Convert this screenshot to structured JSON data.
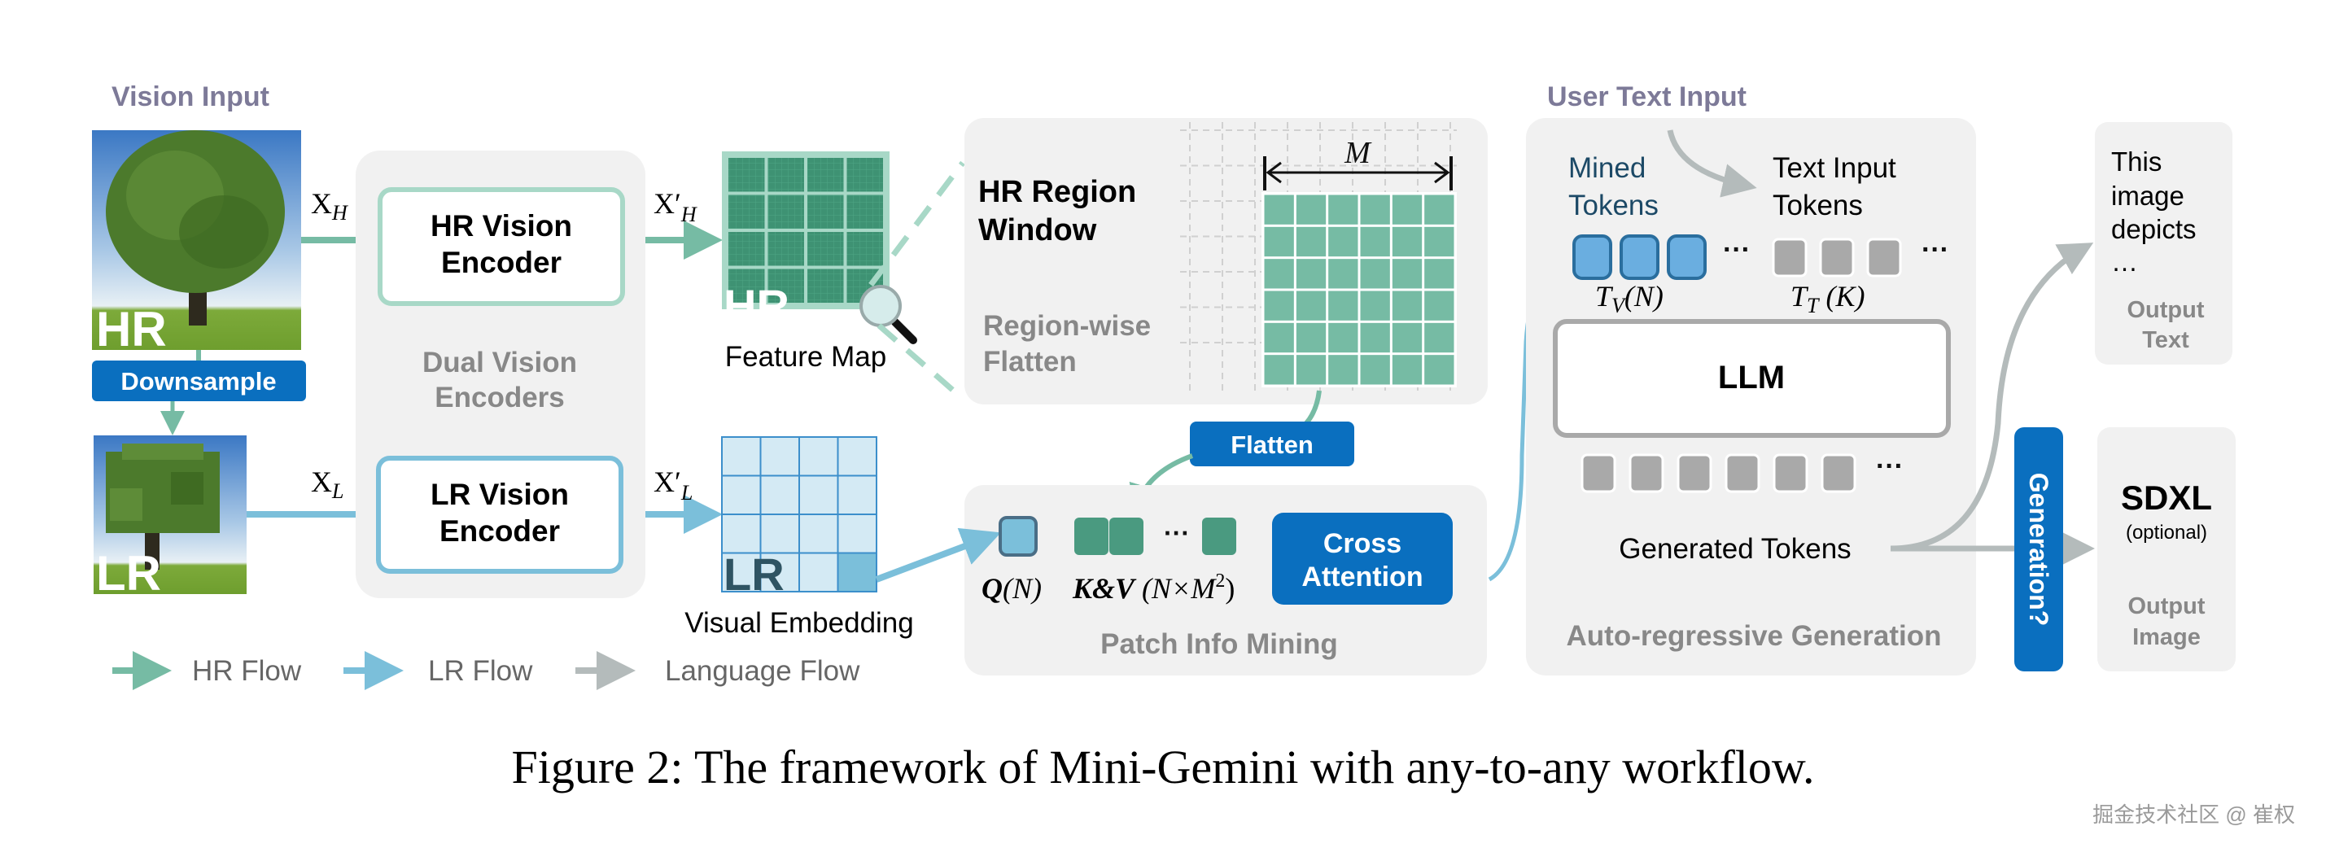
{
  "colors": {
    "hr_teal": "#76BBA4",
    "hr_teal_dark": "#4A9A80",
    "lr_blue": "#7BBFDA",
    "lr_blue_light": "#D4EAF4",
    "lr_blue_line": "#3C8FCB",
    "brand_blue": "#0A6FBF",
    "panel_gray": "#F1F1F1",
    "lang_gray": "#B4BBBB",
    "token_gray": "#A9A9A9",
    "section_title": "#7D7A98",
    "muted_label": "#888888",
    "mined_blue": "#6AAEE0",
    "mined_text": "#1C4966"
  },
  "vision_input": {
    "title": "Vision Input",
    "hr_label": "HR",
    "lr_label": "LR",
    "downsample": "Downsample"
  },
  "encoders": {
    "group_label_line1": "Dual Vision",
    "group_label_line2": "Encoders",
    "hr_line1": "HR Vision",
    "hr_line2": "Encoder",
    "lr_line1": "LR Vision",
    "lr_line2": "Encoder",
    "x_h": "X",
    "x_h_sub": "H",
    "x_l": "X",
    "x_l_sub": "L",
    "xp_h": "X′",
    "xp_h_sub": "H",
    "xp_l": "X′",
    "xp_l_sub": "L"
  },
  "feature_map": {
    "hr_label": "HR",
    "caption": "Feature Map",
    "grid_rows": 4,
    "grid_cols": 4
  },
  "visual_embedding": {
    "lr_label": "LR",
    "caption": "Visual Embedding",
    "grid_rows": 4,
    "grid_cols": 4
  },
  "region_window": {
    "title_line1": "HR Region",
    "title_line2": "Window",
    "subtitle_line1": "Region-wise",
    "subtitle_line2": "Flatten",
    "m_label": "M",
    "grid_size": 6
  },
  "flatten_button": "Flatten",
  "patch_mining": {
    "title": "Patch Info Mining",
    "q_label": "Q",
    "q_arg": "(N)",
    "kv_label": "K&V",
    "kv_arg": "(N×M",
    "kv_sup": "2",
    "kv_close": ")",
    "dots": "···",
    "cross_line1": "Cross",
    "cross_line2": "Attention"
  },
  "generation_panel": {
    "user_text_input": "User Text Input",
    "mined_line1": "Mined",
    "mined_line2": "Tokens",
    "text_line1": "Text Input",
    "text_line2": "Tokens",
    "tv": "T",
    "tv_sub": "V",
    "tv_arg": "(N)",
    "tt": "T",
    "tt_sub": "T",
    "tt_arg": "(K)",
    "dots": "···",
    "llm": "LLM",
    "generated_tokens": "Generated Tokens",
    "title": "Auto-regressive Generation",
    "mined_token_count": 3,
    "text_token_count": 3,
    "generated_token_count": 6
  },
  "generation_toggle": "Generation?",
  "output_text": {
    "line1": "This",
    "line2": "image",
    "line3": "depicts",
    "line4": "…",
    "label_line1": "Output",
    "label_line2": "Text"
  },
  "output_image": {
    "model": "SDXL",
    "optional": "(optional)",
    "label_line1": "Output",
    "label_line2": "Image"
  },
  "legend": [
    {
      "label": "HR Flow",
      "color_key": "hr_teal"
    },
    {
      "label": "LR Flow",
      "color_key": "lr_blue"
    },
    {
      "label": "Language Flow",
      "color_key": "lang_gray"
    }
  ],
  "caption": "Figure 2: The framework of Mini-Gemini with any-to-any workflow.",
  "watermark": "掘金技术社区 @ 崔权"
}
